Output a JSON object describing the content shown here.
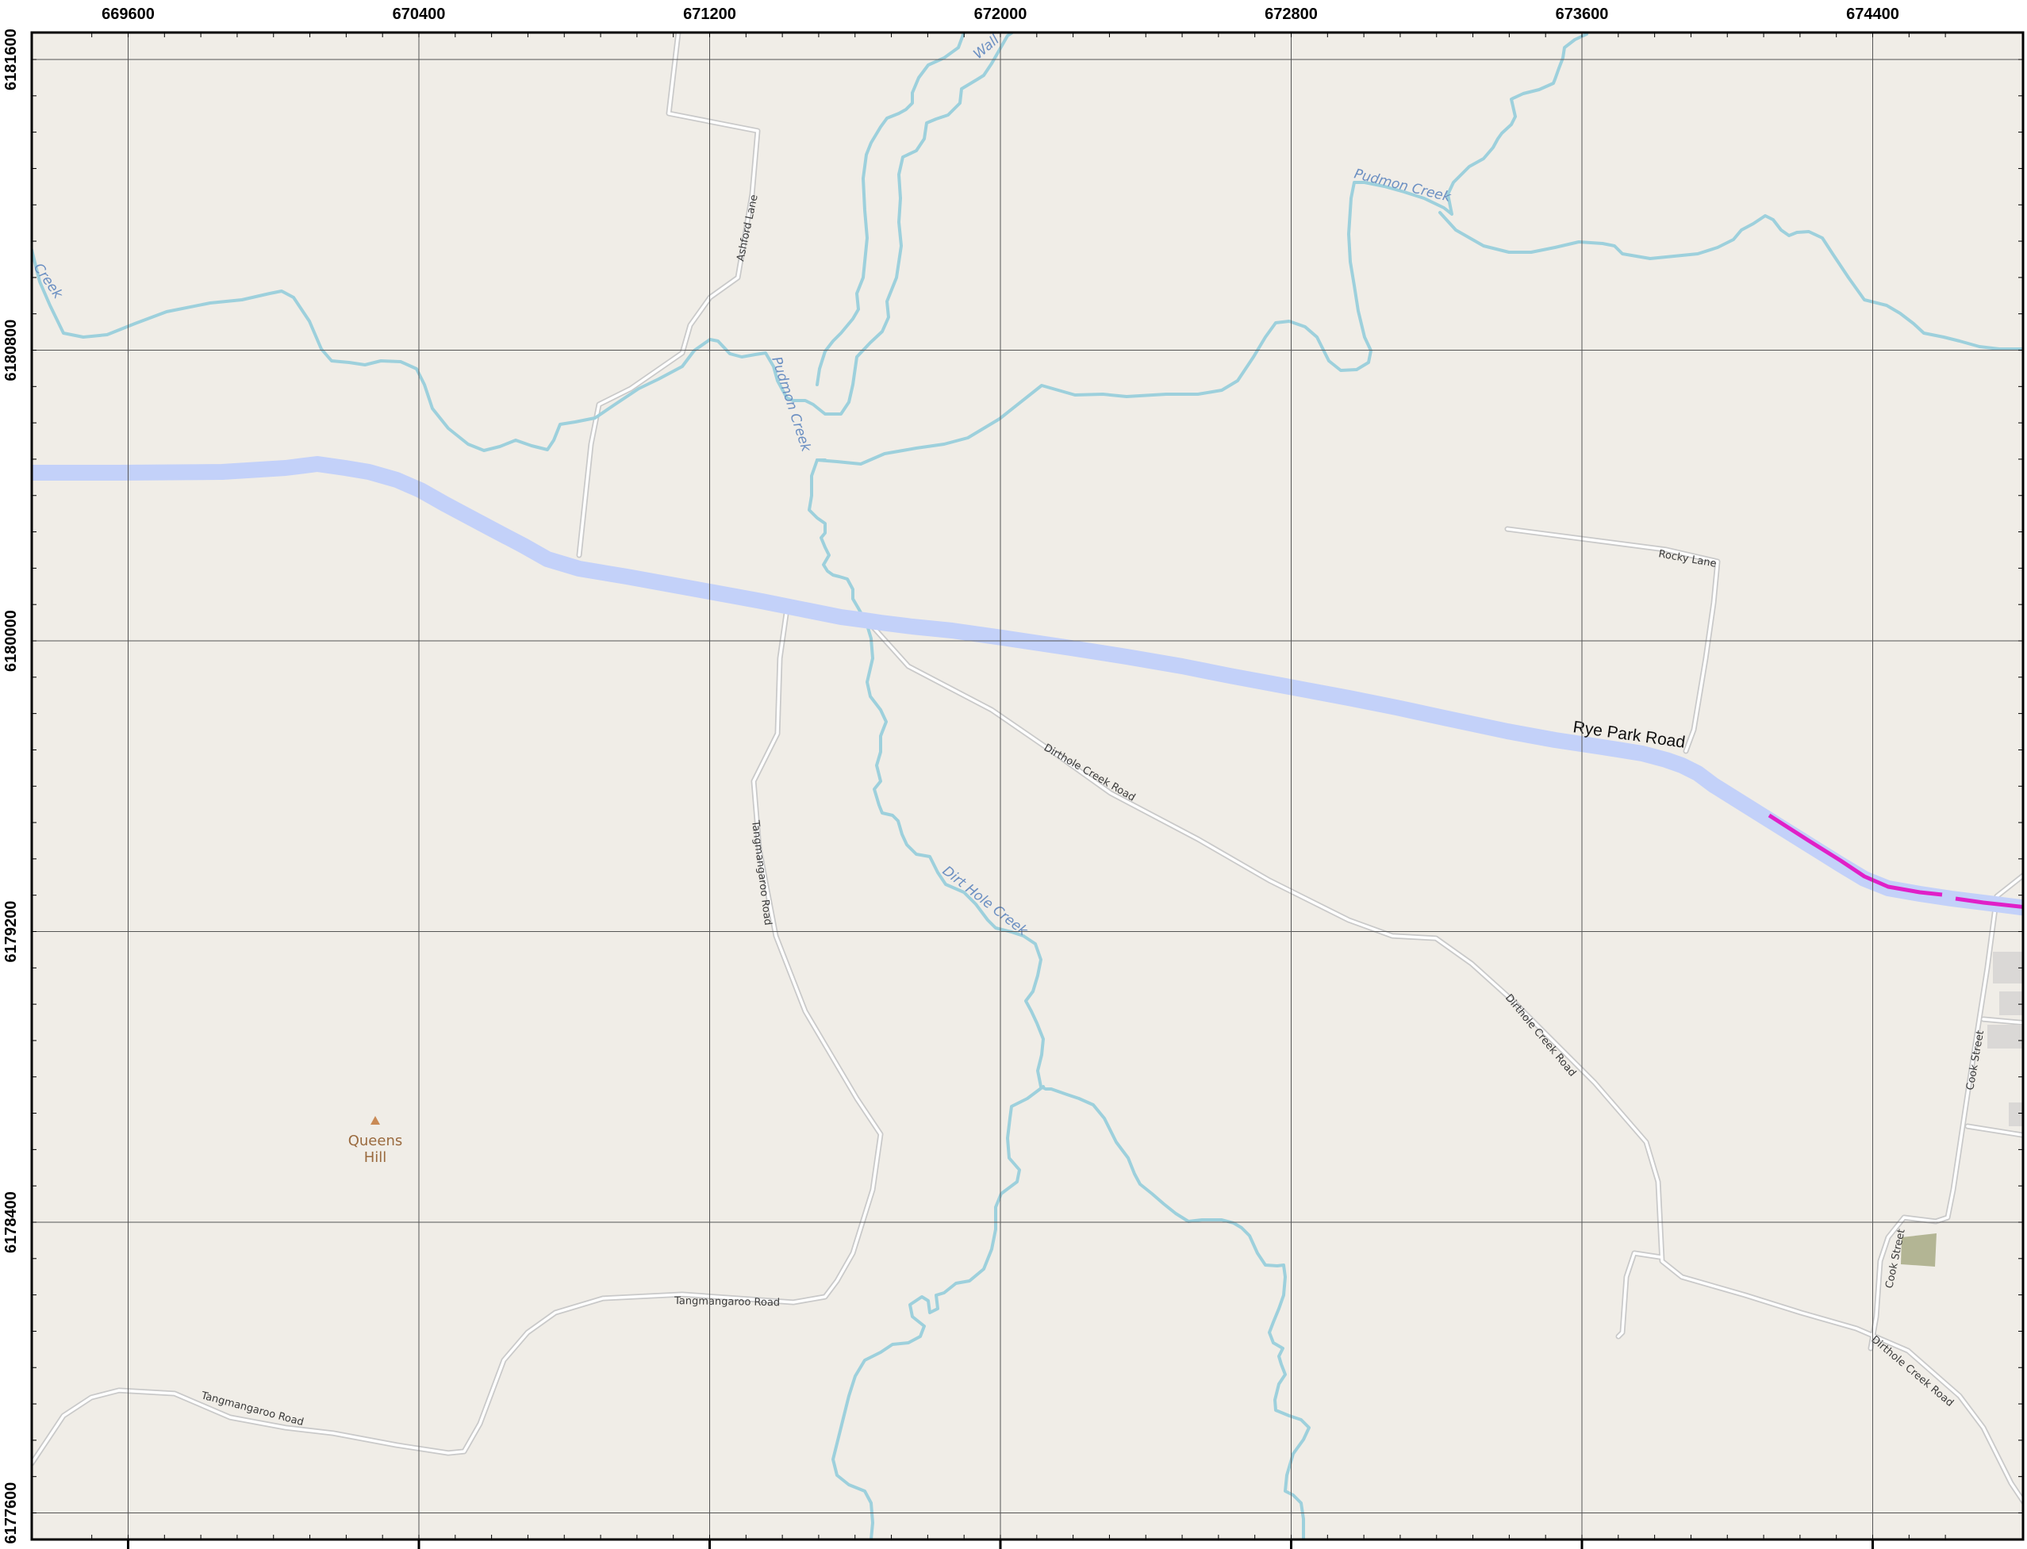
{
  "map": {
    "easting_ticks": [
      "669600",
      "670400",
      "671200",
      "672000",
      "672800",
      "673600",
      "674400"
    ],
    "northing_ticks": [
      "6181600",
      "6180800",
      "6180000",
      "6179200",
      "6178400",
      "6177600"
    ],
    "colors": {
      "land": "#f0ede7",
      "water": "#9dd0dc",
      "main_road": "#c3d1f9",
      "highlight_route": "#e020c8",
      "minor_road_casing": "#c9c9c9",
      "grid": "#555555",
      "park": "#b3b594",
      "building": "#dad8d6"
    },
    "labels": {
      "rye_park_road": "Rye Park Road",
      "rocky_lane": "Rocky Lane",
      "ashford_lane": "Ashford Lane",
      "pudmon_creek_upper": "Pudmon Creek",
      "pudmon_creek_mid": "Pudmon Creek",
      "creek_left_partial": "Creek",
      "creek_top_partial": "Wall",
      "dirt_hole_creek": "Dirt Hole Creek",
      "dirthole_creek_road_1": "Dirthole Creek Road",
      "dirthole_creek_road_2": "Dirthole Creek Road",
      "dirthole_creek_road_3": "Dirthole Creek Road",
      "tangmangaroo_road_1": "Tangmangaroo Road",
      "tangmangaroo_road_2": "Tangmangaroo Road",
      "tangmangaroo_road_3": "Tangmangaroo Road",
      "cook_street_1": "Cook Street",
      "cook_street_2": "Cook Street",
      "peak_name_line1": "Queens",
      "peak_name_line2": "Hill"
    },
    "features": {
      "peak": "Queens Hill",
      "park_area": "park-area",
      "buildings": "building-block"
    }
  }
}
